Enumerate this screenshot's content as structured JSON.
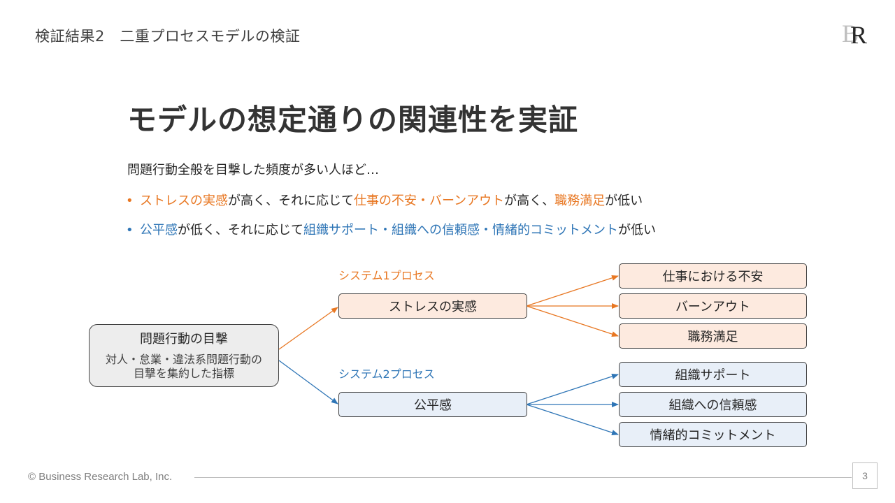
{
  "header": {
    "title": "検証結果2　二重プロセスモデルの検証",
    "logo_text": "BR"
  },
  "heading": "モデルの想定通りの関連性を実証",
  "lead": "問題行動全般を目撃した頻度が多い人ほど…",
  "bullets": [
    {
      "parts": [
        {
          "text": "ストレスの実感",
          "style": "orange"
        },
        {
          "text": "が高く、それに応じて",
          "style": "plain"
        },
        {
          "text": "仕事の不安・バーンアウト",
          "style": "orange"
        },
        {
          "text": "が高く、",
          "style": "plain"
        },
        {
          "text": "職務満足",
          "style": "orange"
        },
        {
          "text": "が低い",
          "style": "plain"
        }
      ]
    },
    {
      "parts": [
        {
          "text": "公平感",
          "style": "blue"
        },
        {
          "text": "が低く、それに応じて",
          "style": "plain"
        },
        {
          "text": "組織サポート・組織への信頼感・情緒的コミットメント",
          "style": "blue"
        },
        {
          "text": "が低い",
          "style": "plain"
        }
      ]
    }
  ],
  "diagram": {
    "source": {
      "title": "問題行動の目撃",
      "subtitle_line1": "対人・怠業・違法系問題行動の",
      "subtitle_line2": "目撃を集約した指標"
    },
    "system1": {
      "label": "システム1プロセス",
      "node": "ストレスの実感",
      "outcomes": [
        "仕事における不安",
        "バーンアウト",
        "職務満足"
      ]
    },
    "system2": {
      "label": "システム2プロセス",
      "node": "公平感",
      "outcomes": [
        "組織サポート",
        "組織への信頼感",
        "情緒的コミットメント"
      ]
    }
  },
  "footer": {
    "copyright": "© Business Research Lab, Inc.",
    "page_number": "3"
  },
  "colors": {
    "orange": "#E87722",
    "blue": "#2E75B6",
    "orange_fill": "#FDEADF",
    "blue_fill": "#E8EFF8",
    "source_fill": "#EDEDED"
  }
}
